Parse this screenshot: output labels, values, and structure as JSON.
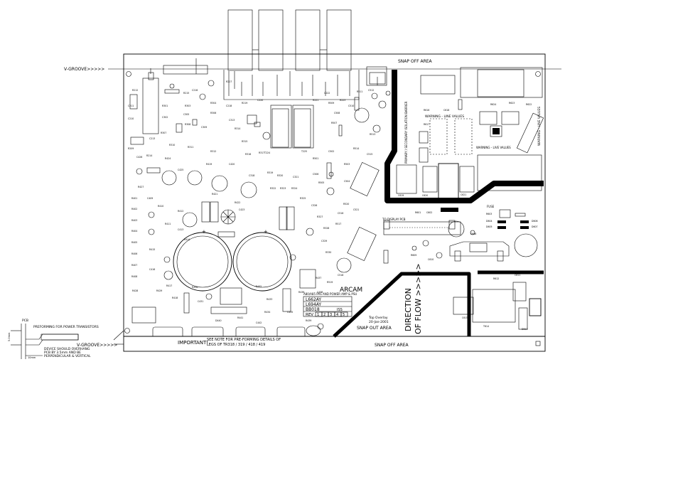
{
  "labels": {
    "snap_off_top": "SNAP OFF AREA",
    "snap_off_bottom": "SNAP OFF AREA",
    "snap_out": "SNAP OUT AREA",
    "v_groove_top": "V-GROOVE>>>>>",
    "v_groove_bottom": "V-GROOVE>>>>>",
    "important": "IMPORTANT!",
    "important_note_1": "SEE NOTE FOR PRE-FORMING DETAILS OF",
    "important_note_2": "LEGS OF TR318 / 319 / 418 / 419",
    "preforming": "PREFORMING FOR POWER TRANSISTORS",
    "pcb": "PCB",
    "device_note_1": "DEVICE SHOULD OVERHANG",
    "device_note_2": "PCB BY 3.5mm AND BE",
    "device_note_3": "PERPENDICULAR & VERTICAL",
    "dim_left": "5.0mm",
    "dim_bottom": "10mm",
    "direction_1": "DIRECTION",
    "direction_2": "OF FLOW >>>>>",
    "arcam": "ARCAM",
    "title_note": "A80/A85 PAS AND POWER AMP & PSU",
    "part_1": "L662AY",
    "part_2": "L694AY",
    "part_3": "BB018",
    "rev": "REV",
    "rev_cells": [
      "1",
      "2",
      "3",
      "4",
      "5"
    ],
    "iss": "ISS",
    "overlay_title": "Top Overlay",
    "overlay_date": "20-Jan-2001",
    "warning_line_1": "WARNING - LINE VALUES",
    "warning_line_2": "WARNING - LINE VALUES",
    "warning_line_3": "WARNING - LIVE VALUES",
    "isolation": "PRIMARY / SECONDARY ISOLATION BARRIER",
    "to_display": "TO DISPLAY PCB",
    "fuse": "FUSE"
  },
  "colors": {
    "ink": "#000000",
    "paper": "#ffffff"
  }
}
